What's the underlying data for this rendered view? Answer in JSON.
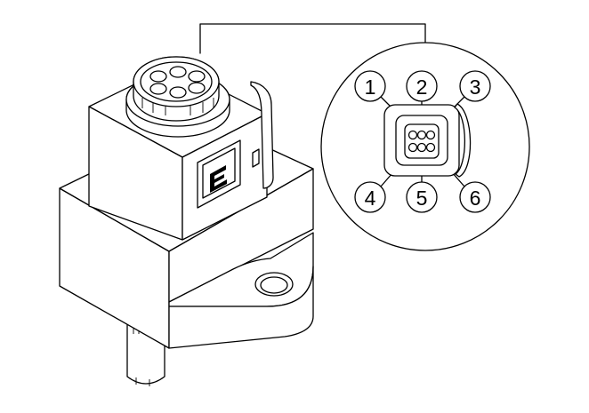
{
  "pin_labels": [
    "1",
    "2",
    "3",
    "4",
    "5",
    "6"
  ]
}
